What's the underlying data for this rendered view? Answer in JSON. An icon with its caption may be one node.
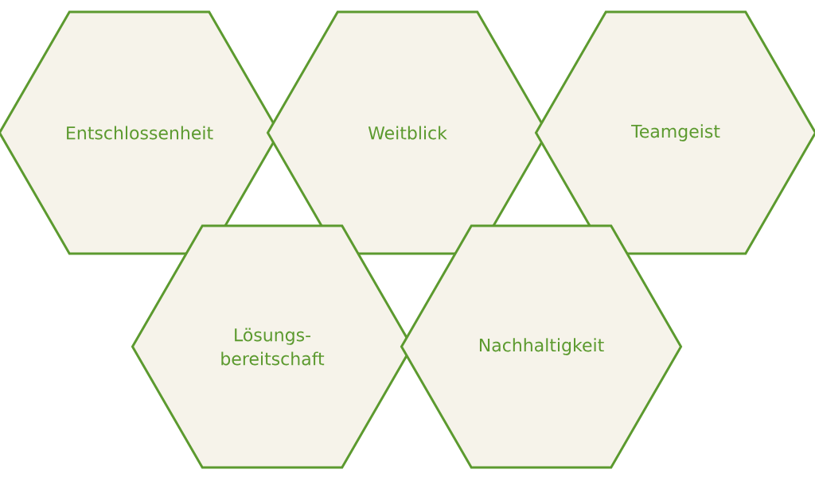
{
  "diagram": {
    "nodes": [
      {
        "text": [
          "Entschlossenheit"
        ]
      },
      {
        "text": [
          "Weitblick"
        ]
      },
      {
        "text": [
          "Teamgeist"
        ]
      },
      {
        "text": [
          "Lösungs- bereitschaft"
        ]
      },
      {
        "text": [
          "Nachhaltigkeit"
        ]
      }
    ]
  }
}
